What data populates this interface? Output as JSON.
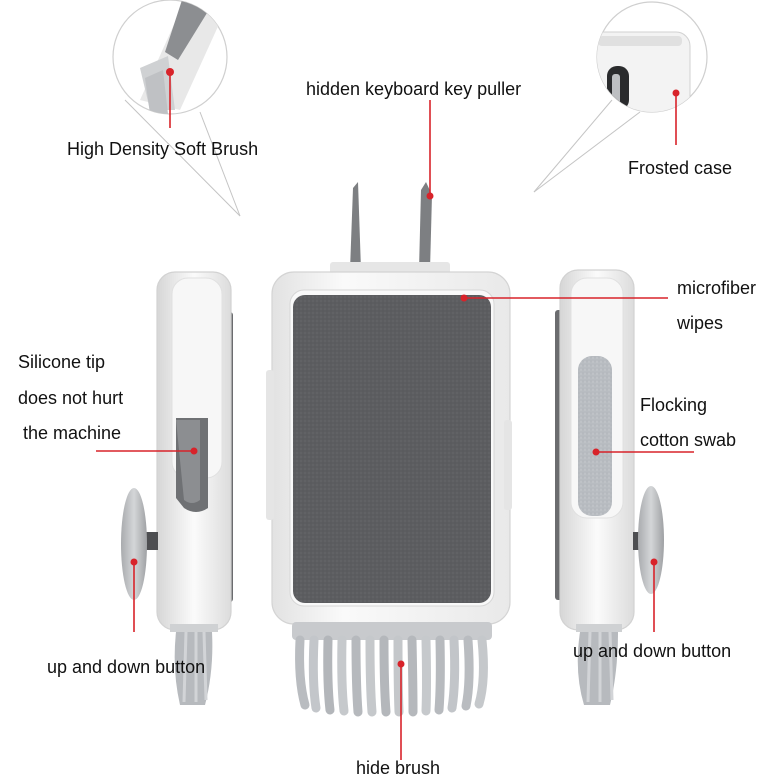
{
  "labels": {
    "key_puller": "hidden keyboard key puller",
    "soft_brush": "High Density Soft Brush",
    "frosted_case": "Frosted case",
    "microfiber_1": "microfiber",
    "microfiber_2": "wipes",
    "silicone_1": "Silicone tip",
    "silicone_2": "does not hurt",
    "silicone_3": "the machine",
    "flocking_1": "Flocking",
    "flocking_2": "cotton swab",
    "button_left": "up and down button",
    "button_right": "up and down button",
    "hide_brush": "hide brush"
  },
  "colors": {
    "accent": "#d8232a",
    "pad": "#5a5b5e",
    "body": "#f4f4f4",
    "bristle": "#b9bcc0"
  }
}
